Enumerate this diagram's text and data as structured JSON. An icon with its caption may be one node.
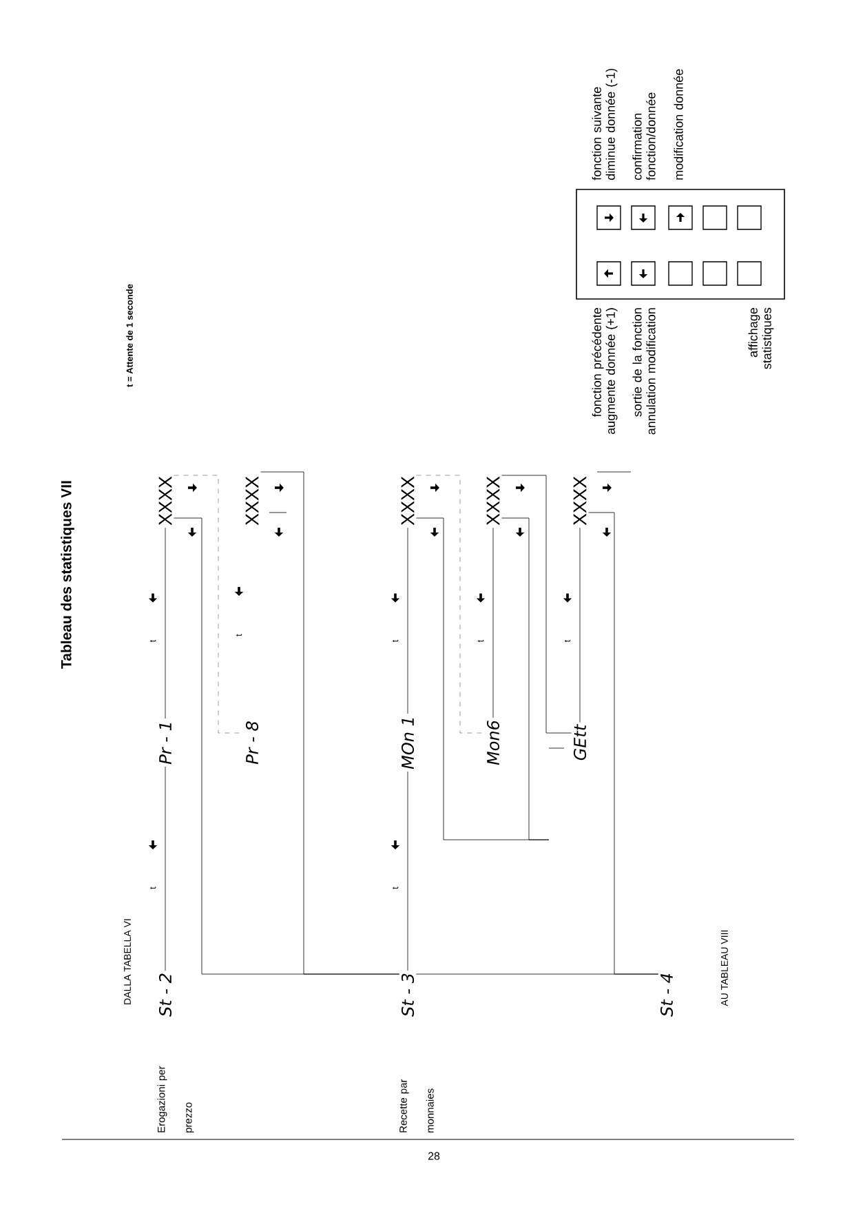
{
  "diagram": {
    "title": "Tableau des statistiques  VII",
    "nodes": [
      {
        "text": [
          "St - 2"
        ]
      },
      {
        "text": [
          "Pr - 1"
        ]
      },
      {
        "text": [
          "XXXX"
        ]
      },
      {
        "text": [
          "Pr - 8"
        ]
      },
      {
        "text": [
          "XXXX"
        ]
      },
      {
        "text": [
          "St - 3"
        ]
      },
      {
        "text": [
          "MOn 1"
        ]
      },
      {
        "text": [
          "XXXX"
        ]
      },
      {
        "text": [
          "Mon6"
        ]
      },
      {
        "text": [
          "XXXX"
        ]
      },
      {
        "text": [
          "GEtt"
        ]
      },
      {
        "text": [
          "XXXX"
        ]
      },
      {
        "text": [
          "St - 4"
        ]
      }
    ],
    "edges": [
      {
        "from": 0,
        "to": 1,
        "arrow": "none",
        "label": "t"
      },
      {
        "from": 1,
        "to": 2,
        "arrow": "none",
        "label": "t"
      },
      {
        "from": 2,
        "to": 3,
        "arrow": "none",
        "style": "dashed"
      },
      {
        "from": 2,
        "to": 5,
        "arrow": "none"
      },
      {
        "from": 4,
        "to": 5,
        "arrow": "none"
      },
      {
        "from": 5,
        "to": 6,
        "arrow": "none",
        "label": "t"
      },
      {
        "from": 6,
        "to": 7,
        "arrow": "none",
        "label": "t"
      },
      {
        "from": 7,
        "to": 8,
        "arrow": "none",
        "style": "dashed"
      },
      {
        "from": 7,
        "to": null,
        "arrow": "none"
      },
      {
        "from": 8,
        "to": 9,
        "arrow": "none",
        "label": "t"
      },
      {
        "from": 9,
        "to": null,
        "arrow": "none"
      },
      {
        "from": 9,
        "to": 10,
        "arrow": "none"
      },
      {
        "from": 10,
        "to": 11,
        "arrow": "none",
        "label": "t"
      },
      {
        "from": 11,
        "to": 12,
        "arrow": "none"
      },
      {
        "from": 5,
        "to": 12,
        "arrow": "none"
      }
    ],
    "labels": [
      "t = Attente de 1 seconde",
      "DALLA TABELLA VI",
      "Erogazioni per prezzo",
      "t",
      "Recette par monnaies",
      "AU TABLEAU VIII",
      "fonction précédente augmente donnée (+1)",
      "sortie de la fonction annulation modification",
      "affichage statistiques",
      "fonction suivante diminue donnée (-1)",
      "confirmation fonction/donnée",
      "modification donnée",
      "28"
    ]
  }
}
